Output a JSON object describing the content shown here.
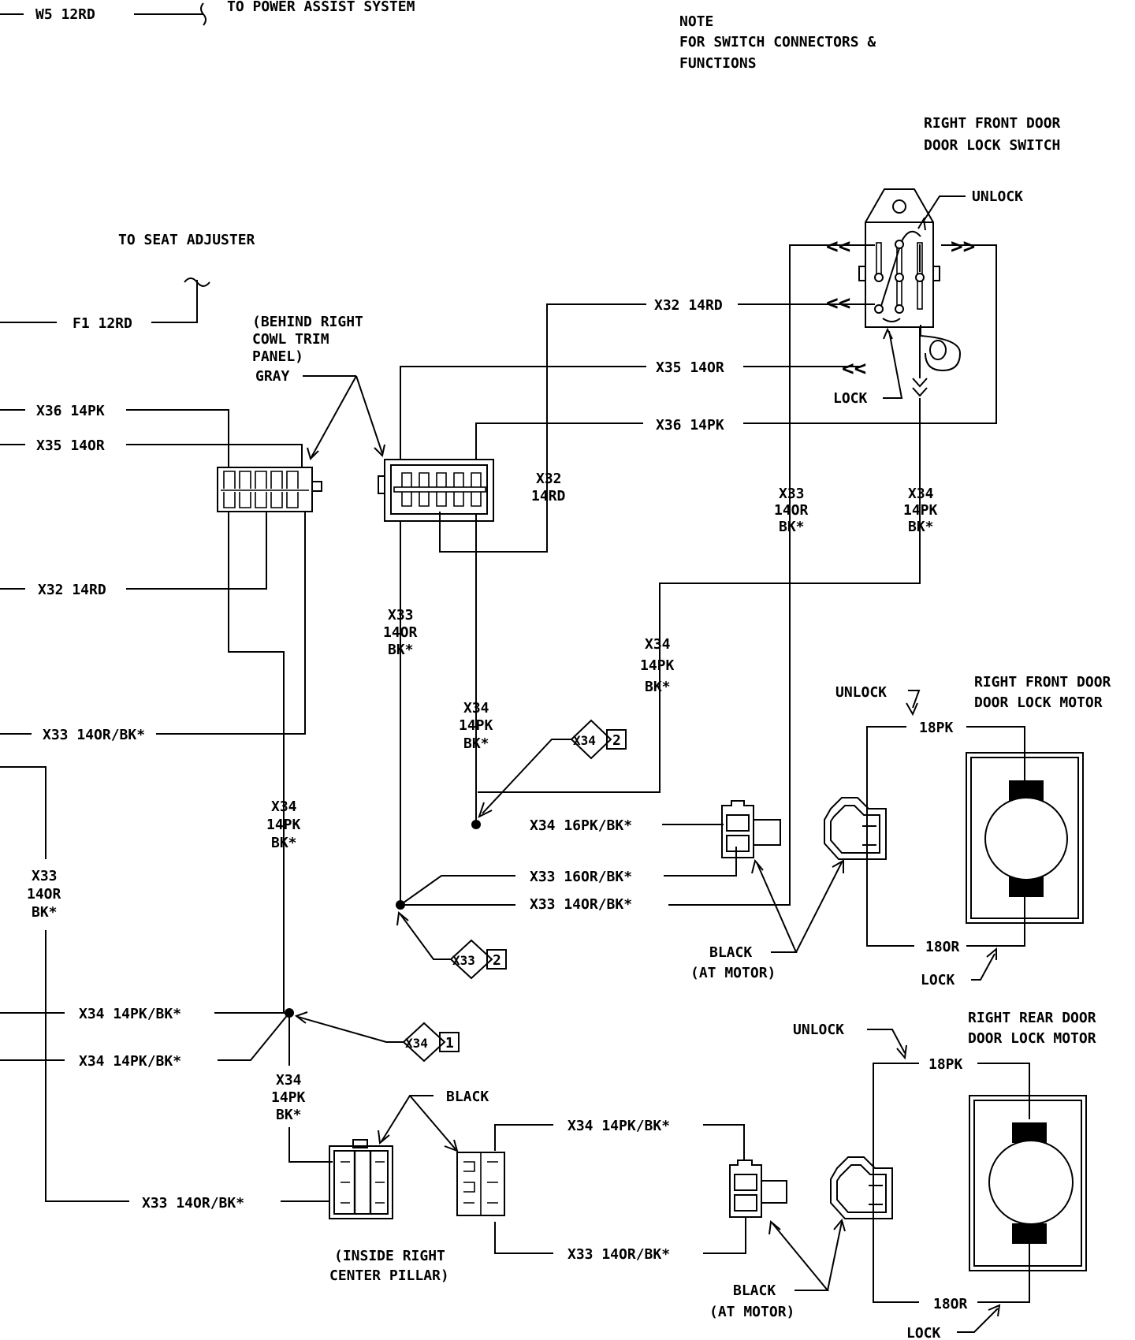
{
  "top": {
    "w5_wire": "W5 12RD",
    "power_assist": "TO POWER ASSIST SYSTEM",
    "note_line1": "NOTE",
    "note_line2": "FOR SWITCH CONNECTORS &",
    "note_line3": "FUNCTIONS"
  },
  "switch": {
    "title_line1": "RIGHT FRONT DOOR",
    "title_line2": "DOOR LOCK SWITCH",
    "unlock": "UNLOCK",
    "lock": "LOCK"
  },
  "seat": {
    "label": "TO SEAT ADJUSTER",
    "f1_wire": "F1 12RD"
  },
  "cowl": {
    "line1": "(BEHIND RIGHT",
    "line2": "COWL TRIM",
    "line3": "PANEL)",
    "line4": "GRAY"
  },
  "left_wires": {
    "x36": "X36 14PK",
    "x35": "X35 14OR",
    "x32": "X32 14RD",
    "x33": "X33 14OR/BK*",
    "x33_vert_1": "X33",
    "x33_vert_2": "14OR",
    "x33_vert_3": "BK*",
    "x34_upper": "X34 14PK/BK*",
    "x34_lower": "X34 14PK/BK*",
    "x33_bottom": "X33 14OR/BK*"
  },
  "switch_wires": {
    "x32": "X32 14RD",
    "x35": "X35 14OR",
    "x36": "X36 14PK",
    "x32_vert_1": "X32",
    "x32_vert_2": "14RD",
    "x33_vert_1": "X33",
    "x33_vert_2": "14OR",
    "x33_vert_3": "BK*",
    "x34_vert_1": "X34",
    "x34_vert_2": "14PK",
    "x34_vert_3": "BK*"
  },
  "mid_wires": {
    "x33_1": "X33",
    "x33_2": "14OR",
    "x33_3": "BK*",
    "x34a_1": "X34",
    "x34a_2": "14PK",
    "x34a_3": "BK*",
    "x34b_1": "X34",
    "x34b_2": "14PK",
    "x34b_3": "BK*",
    "x34c_1": "X34",
    "x34c_2": "14PK",
    "x34c_3": "BK*",
    "x34d_1": "X34",
    "x34d_2": "14PK",
    "x34d_3": "BK*"
  },
  "splices": {
    "s1_id": "X34",
    "s1_num": "2",
    "s2_id": "X33",
    "s2_num": "2",
    "s3_id": "X34",
    "s3_num": "1"
  },
  "front_motor": {
    "x34_wire": "X34 16PK/BK*",
    "x33_wire_a": "X33 16OR/BK*",
    "x33_wire_b": "X33 14OR/BK*",
    "unlock": "UNLOCK",
    "title_line1": "RIGHT FRONT DOOR",
    "title_line2": "DOOR LOCK MOTOR",
    "wire_pk": "18PK",
    "wire_or": "18OR",
    "black": "BLACK",
    "at_motor": "(AT MOTOR)",
    "lock": "LOCK"
  },
  "rear_motor": {
    "unlock": "UNLOCK",
    "title_line1": "RIGHT REAR DOOR",
    "title_line2": "DOOR LOCK MOTOR",
    "wire_pk": "18PK",
    "wire_or": "18OR",
    "x34_wire": "X34 14PK/BK*",
    "x33_wire": "X33 14OR/BK*",
    "black": "BLACK",
    "at_motor": "(AT MOTOR)",
    "lock": "LOCK"
  },
  "pillar": {
    "black": "BLACK",
    "line1": "(INSIDE RIGHT",
    "line2": "CENTER PILLAR)"
  }
}
